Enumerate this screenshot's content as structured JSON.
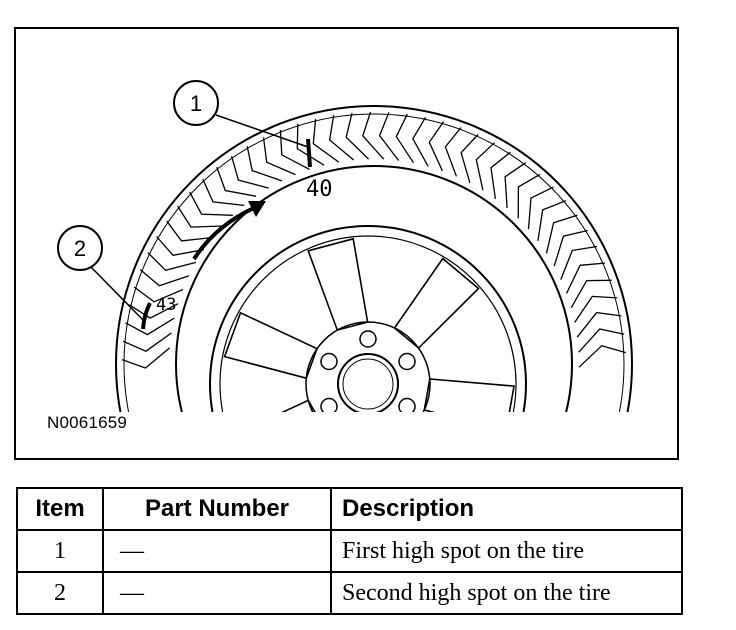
{
  "figure": {
    "id": "N0061659",
    "callouts": [
      "1",
      "2"
    ],
    "tire_marks": [
      "40",
      "43"
    ]
  },
  "legend": {
    "headers": [
      "Item",
      "Part Number",
      "Description"
    ],
    "rows": [
      {
        "item": "1",
        "part_number": "—",
        "description": "First high spot on the tire"
      },
      {
        "item": "2",
        "part_number": "—",
        "description": "Second high spot on the tire"
      }
    ]
  }
}
